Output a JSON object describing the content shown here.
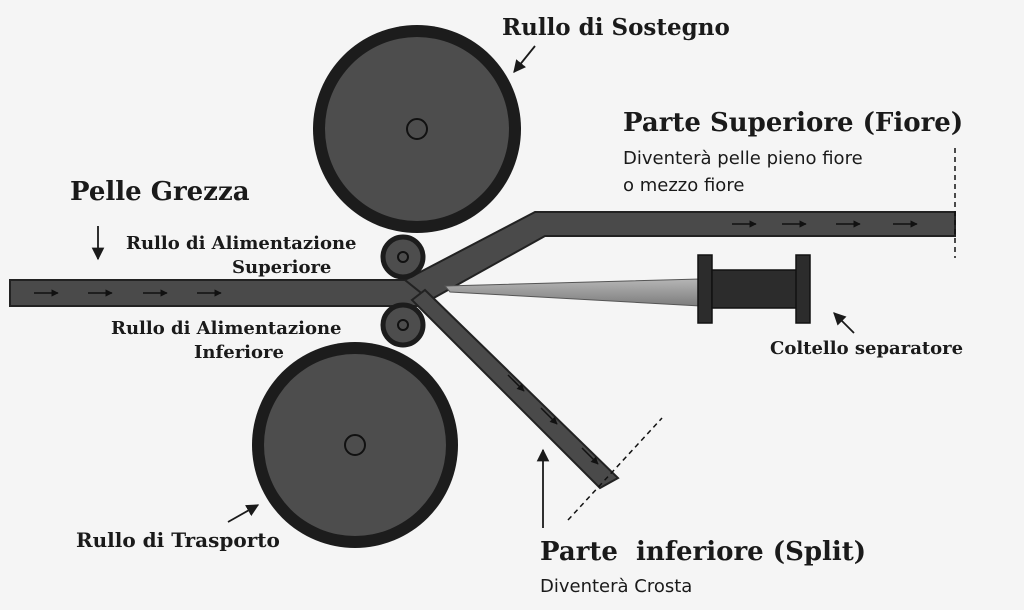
{
  "labels": {
    "support_roller": "Rullo di Sostegno",
    "raw_hide": "Pelle Grezza",
    "feed_roller_upper_1": "Rullo di Alimentazione",
    "feed_roller_upper_2": "Superiore",
    "feed_roller_lower_1": "Rullo di Alimentazione",
    "feed_roller_lower_2": "Inferiore",
    "transport_roller": "Rullo di Trasporto",
    "top_part_title": "Parte Superiore (Fiore)",
    "top_part_desc_1": "Diventerà pelle pieno fiore",
    "top_part_desc_2": "o mezzo fiore",
    "knife": "Coltello separatore",
    "bottom_part_title": "Parte  inferiore (Split)",
    "bottom_part_desc": "Diventerà Crosta"
  },
  "colors": {
    "background": "#f5f5f5",
    "roller_rim": "#1c1c1c",
    "roller_face": "#4d4d4d",
    "hide": "#4a4a4a",
    "blade": "#9a9a9a",
    "text": "#1a1a1a"
  }
}
